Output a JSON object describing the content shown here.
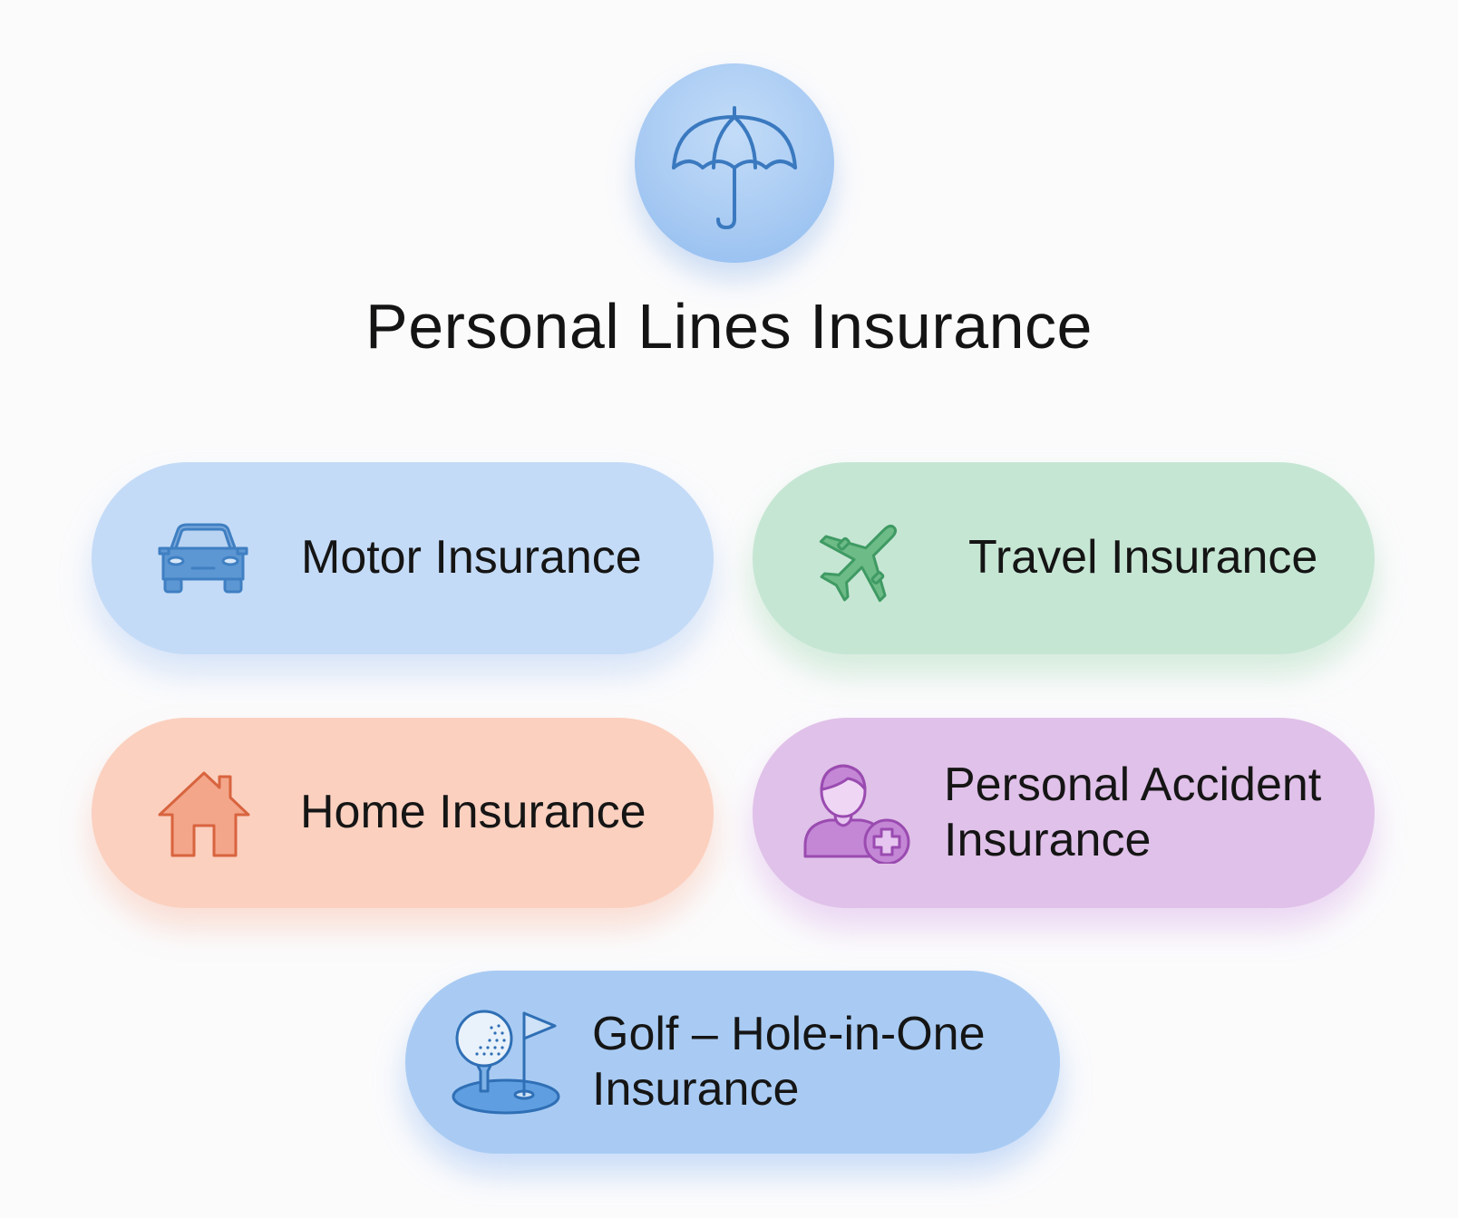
{
  "title": "Personal Lines Insurance",
  "hero": {
    "icon": "umbrella-icon",
    "color": "#a9cbf3"
  },
  "categories": [
    {
      "id": "motor",
      "label": "Motor Insurance",
      "icon": "car-icon",
      "color": "#c4dbf7",
      "icon_color": "#3f7fc2"
    },
    {
      "id": "travel",
      "label": "Travel Insurance",
      "icon": "airplane-icon",
      "color": "#c6e6d4",
      "icon_color": "#3f9a63"
    },
    {
      "id": "home",
      "label": "Home Insurance",
      "icon": "house-icon",
      "color": "#fbd0bf",
      "icon_color": "#d8643f"
    },
    {
      "id": "accident",
      "label_line1": "Personal Accident",
      "label_line2": "Insurance",
      "icon": "person-medical-icon",
      "color": "#e0c1e9",
      "icon_color": "#9a4bb0"
    },
    {
      "id": "golf",
      "label_line1": "Golf – Hole-in-One",
      "label_line2": "Insurance",
      "icon": "golf-ball-flag-icon",
      "color": "#a9cbf3",
      "icon_color": "#2f6fb5"
    }
  ]
}
